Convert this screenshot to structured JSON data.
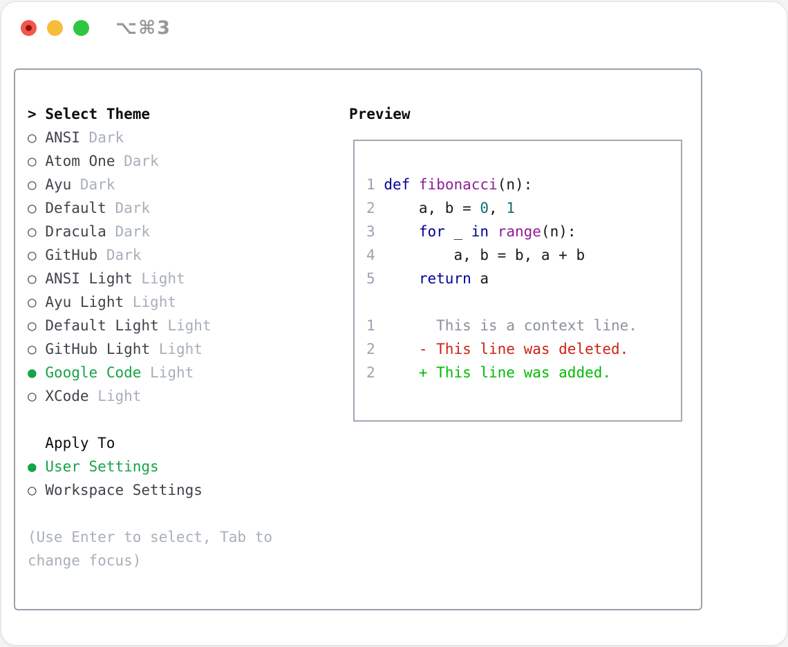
{
  "window": {
    "title": "⌥⌘3",
    "traffic_lights": [
      "close",
      "minimize",
      "zoom"
    ]
  },
  "theme_picker": {
    "prompt": ">",
    "title": "Select Theme",
    "radio_empty": "○",
    "radio_filled": "●",
    "themes": [
      {
        "name": "ANSI",
        "variant": "Dark",
        "selected": false
      },
      {
        "name": "Atom One",
        "variant": "Dark",
        "selected": false
      },
      {
        "name": "Ayu",
        "variant": "Dark",
        "selected": false
      },
      {
        "name": "Default",
        "variant": "Dark",
        "selected": false
      },
      {
        "name": "Dracula",
        "variant": "Dark",
        "selected": false
      },
      {
        "name": "GitHub",
        "variant": "Dark",
        "selected": false
      },
      {
        "name": "ANSI Light",
        "variant": "Light",
        "selected": false
      },
      {
        "name": "Ayu Light",
        "variant": "Light",
        "selected": false
      },
      {
        "name": "Default Light",
        "variant": "Light",
        "selected": false
      },
      {
        "name": "GitHub Light",
        "variant": "Light",
        "selected": false
      },
      {
        "name": "Google Code",
        "variant": "Light",
        "selected": true
      },
      {
        "name": "XCode",
        "variant": "Light",
        "selected": false
      }
    ],
    "apply_to": {
      "title": "Apply To",
      "options": [
        {
          "label": "User Settings",
          "selected": true
        },
        {
          "label": "Workspace Settings",
          "selected": false
        }
      ]
    },
    "help_lines": [
      "(Use Enter to select, Tab to",
      "change focus)"
    ]
  },
  "preview": {
    "title": "Preview",
    "code_lines": [
      {
        "num": "1",
        "tokens": [
          {
            "text": " ",
            "type": "pln"
          },
          {
            "text": "def",
            "type": "kwd"
          },
          {
            "text": " ",
            "type": "pln"
          },
          {
            "text": "fibonacci",
            "type": "typ"
          },
          {
            "text": "(n):",
            "type": "pln"
          }
        ]
      },
      {
        "num": "2",
        "tokens": [
          {
            "text": "     a, b = ",
            "type": "pln"
          },
          {
            "text": "0",
            "type": "lit"
          },
          {
            "text": ", ",
            "type": "pln"
          },
          {
            "text": "1",
            "type": "lit"
          }
        ]
      },
      {
        "num": "3",
        "tokens": [
          {
            "text": "     ",
            "type": "pln"
          },
          {
            "text": "for",
            "type": "kwd"
          },
          {
            "text": " _ ",
            "type": "pln"
          },
          {
            "text": "in",
            "type": "kwd"
          },
          {
            "text": " ",
            "type": "pln"
          },
          {
            "text": "range",
            "type": "typ"
          },
          {
            "text": "(n):",
            "type": "pln"
          }
        ]
      },
      {
        "num": "4",
        "tokens": [
          {
            "text": "         a, b = b, a + b",
            "type": "pln"
          }
        ]
      },
      {
        "num": "5",
        "tokens": [
          {
            "text": "     ",
            "type": "pln"
          },
          {
            "text": "return",
            "type": "kwd"
          },
          {
            "text": " a",
            "type": "pln"
          }
        ]
      }
    ],
    "diff_lines": [
      {
        "num": "1",
        "text": "       This is a context line.",
        "kind": "context"
      },
      {
        "num": "2",
        "text": "     - This line was deleted.",
        "kind": "deleted"
      },
      {
        "num": "2",
        "text": "     + This line was added.",
        "kind": "added"
      }
    ]
  },
  "colors": {
    "keyword": "#000099",
    "type_fn": "#8f1d95",
    "literal": "#0e6d6d",
    "plain": "#17181a",
    "line_number": "#9aa3af",
    "context": "#8b929b",
    "deleted": "#cc2211",
    "added": "#00bb00",
    "selected_green": "#16a348",
    "item_text": "#3f434a",
    "muted": "#a7afba",
    "radio_ring": "#4a4e54",
    "panel_border": "#98a2ac",
    "preview_border": "#a0a9b3"
  }
}
